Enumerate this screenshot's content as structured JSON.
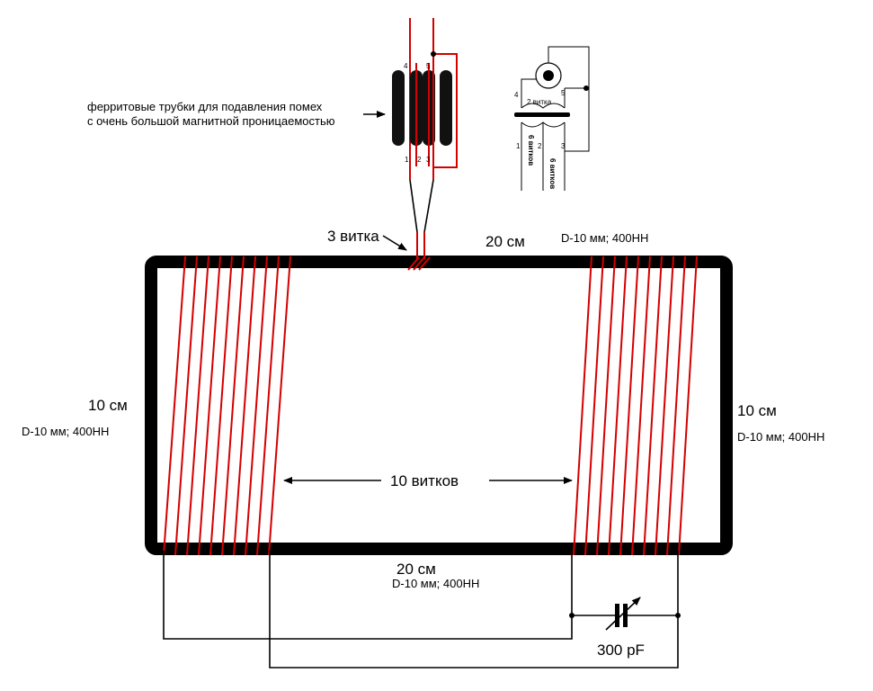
{
  "annotation_ferrite": {
    "line1": "ферритовые трубки для подавления помех",
    "line2": "с очень большой магнитной проницаемостью"
  },
  "transformer_pins": {
    "p4": "4",
    "p5": "5",
    "p1": "1",
    "p2": "2",
    "p3": "3"
  },
  "schematic": {
    "turns2": "2 витка",
    "turns6a": "6 витков",
    "turns6b": "6 витков",
    "pin4": "4",
    "pin5": "5",
    "pin1": "1",
    "pin2": "2",
    "pin3": "3"
  },
  "coupling_turns": "3 витка",
  "top_side": {
    "length": "20 см",
    "spec": "D-10 мм; 400НН"
  },
  "left_side": {
    "length": "10 см",
    "spec": "D-10 мм; 400НН"
  },
  "right_side": {
    "length": "10 см",
    "spec": "D-10 мм; 400НН"
  },
  "bottom_side": {
    "length": "20 см",
    "spec": "D-10 мм; 400НН"
  },
  "winding_turns": "10 витков",
  "capacitor": "300 pF",
  "colors": {
    "frame": "#000000",
    "winding": "#d40000"
  }
}
